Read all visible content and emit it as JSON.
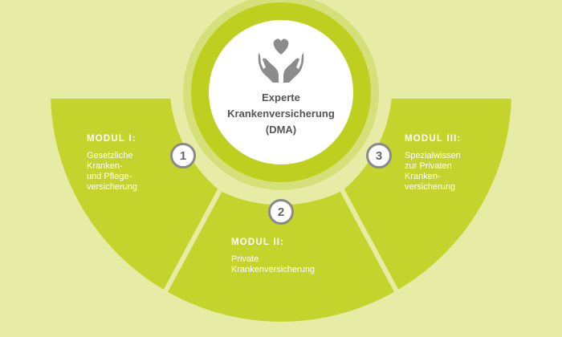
{
  "center": {
    "title": "Experte\nKrankenversicherung\n(DMA)",
    "icon": "hands-heart-icon"
  },
  "modules": [
    {
      "number": "1",
      "title": "MODUL I:",
      "text": "Gesetzliche\nKranken-\nund Pflege-\nversicherung"
    },
    {
      "number": "2",
      "title": "MODUL II:",
      "text": "Private\nKrankenversicherung"
    },
    {
      "number": "3",
      "title": "MODUL III:",
      "text": "Spezialwissen\nzur Privaten\nKranken-\nversicherung"
    }
  ],
  "colors": {
    "background": "#e6eca6",
    "segment_fill": "#c5d32d",
    "segment_stroke": "#e6eca6",
    "hub_ring": "#bfcf20",
    "hub_halo": "#d6e07a",
    "icon": "#8c8c8c"
  }
}
